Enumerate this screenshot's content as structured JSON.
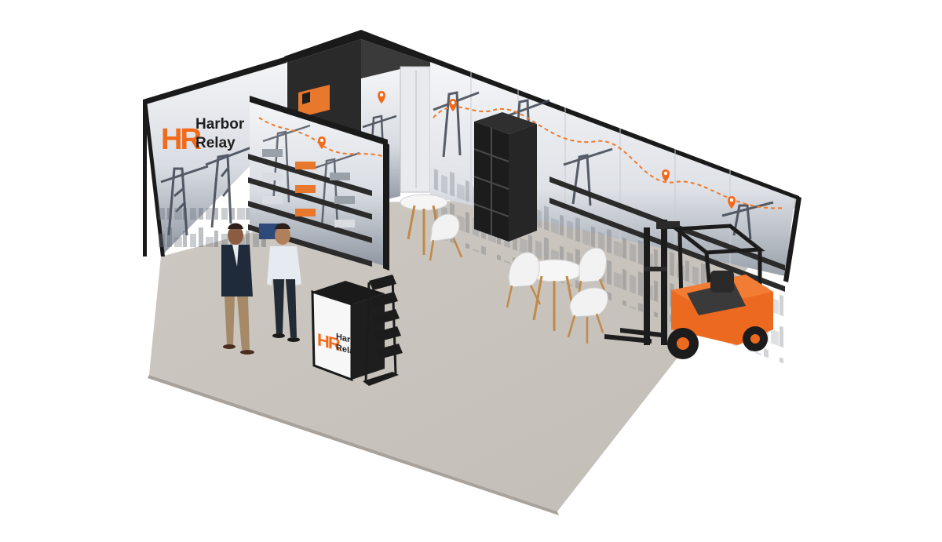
{
  "brand": {
    "logo_mark": "HR",
    "name_line1": "Harbor",
    "name_line2": "Relay",
    "orange": "#f26a1b",
    "dark": "#1e1e1e"
  },
  "counter": {
    "logo_mark": "HR",
    "name_line1": "Harbor",
    "name_line2": "Relay"
  },
  "colors": {
    "floor": "#c9c4bd",
    "frame": "#1a1a1a",
    "wall_light": "#eef0f3",
    "crane_ink": "#3d4450",
    "forklift": "#ec6a1f",
    "route_line": "#f07a2a"
  },
  "icons": [
    "map-pin-icon",
    "crane-graphic",
    "forklift",
    "display-shelf",
    "cube-shelving",
    "brochure-rack"
  ]
}
